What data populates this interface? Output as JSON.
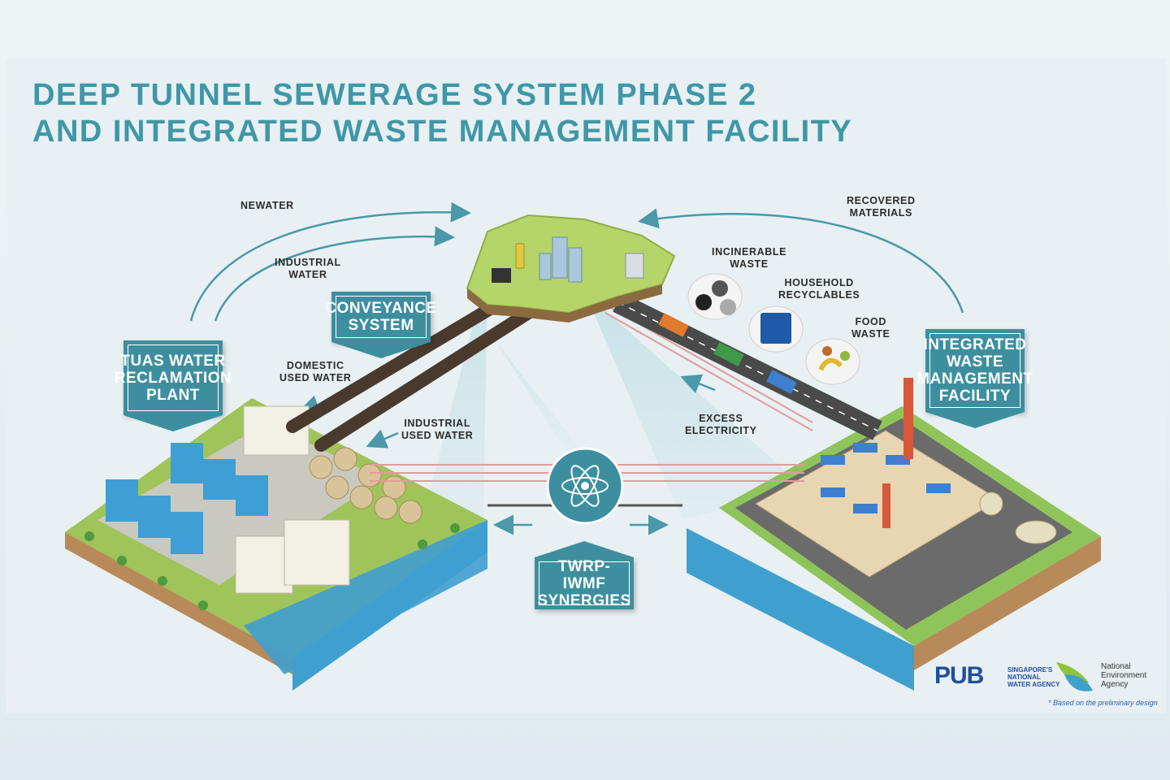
{
  "title": {
    "line1": "DEEP TUNNEL SEWERAGE SYSTEM PHASE 2",
    "line2": "AND INTEGRATED WASTE MANAGEMENT FACILITY"
  },
  "flow_labels": {
    "newater": "NEWATER",
    "industrial_water": [
      "INDUSTRIAL",
      "WATER"
    ],
    "domestic_used_water": [
      "DOMESTIC",
      "USED WATER"
    ],
    "industrial_used_water": [
      "INDUSTRIAL",
      "USED WATER"
    ],
    "recovered_materials": [
      "RECOVERED",
      "MATERIALS"
    ],
    "incinerable_waste": [
      "INCINERABLE",
      "WASTE"
    ],
    "household_recyclables": [
      "HOUSEHOLD",
      "RECYCLABLES"
    ],
    "food_waste": [
      "FOOD",
      "WASTE"
    ],
    "excess_electricity": [
      "EXCESS",
      "ELECTRICITY"
    ]
  },
  "badges": {
    "conveyance": [
      "CONVEYANCE",
      "SYSTEM"
    ],
    "tuas": [
      "TUAS WATER",
      "RECLAMATION",
      "PLANT"
    ],
    "iwmf": [
      "INTEGRATED",
      "WASTE",
      "MANAGEMENT",
      "FACILITY"
    ],
    "synergies": [
      "TWRP-IWMF",
      "SYNERGIES"
    ]
  },
  "logos": {
    "pub": "PUB",
    "pub_sub": [
      "SINGAPORE'S",
      "NATIONAL",
      "WATER AGENCY"
    ],
    "nea": [
      "National",
      "Environment",
      "Agency"
    ]
  },
  "footnote": "* Based on the preliminary design",
  "colors": {
    "accent": "#3d8f9f",
    "title": "#3f97a7",
    "water": "#3f9fcf",
    "land": "#b5d56a"
  }
}
